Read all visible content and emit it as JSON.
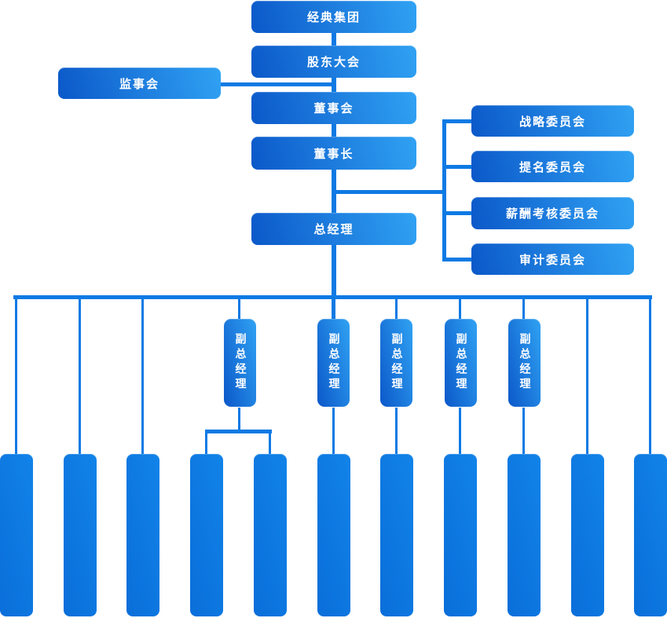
{
  "org": {
    "group": {
      "label": "经典集团"
    },
    "shareholders_meeting": {
      "label": "股东大会"
    },
    "supervisory_board": {
      "label": "监事会"
    },
    "board_of_directors": {
      "label": "董事会"
    },
    "chairman": {
      "label": "董事长"
    },
    "general_manager": {
      "label": "总经理"
    },
    "committees": [
      {
        "label": "战略委员会"
      },
      {
        "label": "提名委员会"
      },
      {
        "label": "薪酬考核委员会"
      },
      {
        "label": "审计委员会"
      }
    ],
    "deputies": [
      {
        "label": "副总经理"
      },
      {
        "label": "副总经理"
      },
      {
        "label": "副总经理"
      },
      {
        "label": "副总经理"
      },
      {
        "label": "副总经理"
      }
    ],
    "departments": [
      "",
      "",
      "",
      "",
      "",
      "",
      "",
      "",
      "",
      "",
      ""
    ]
  },
  "colors": {
    "box_gradient_start": "#0b58c9",
    "box_gradient_end": "#30a2f3",
    "department_gradient_start": "#0a6ed9",
    "department_gradient_end": "#1183e9",
    "connector": "#0e7ae4",
    "text": "#ffffff",
    "background": "#ffffff"
  }
}
